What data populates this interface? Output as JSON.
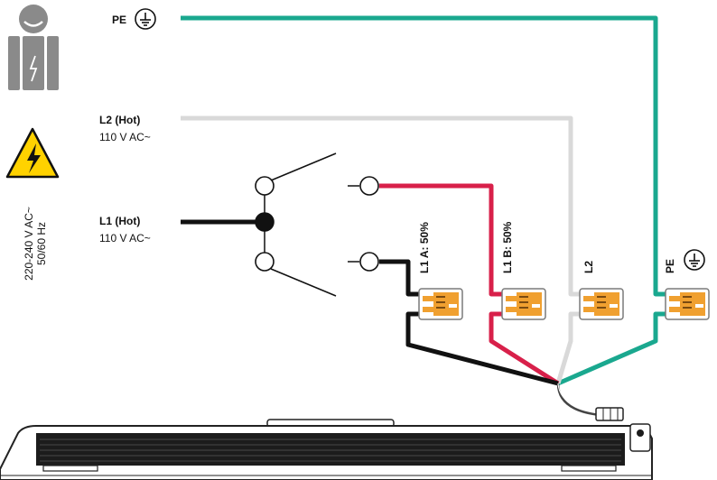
{
  "colors": {
    "pe_wire": "#1aa88f",
    "l2_wire": "#d9d9d9",
    "l1_wire": "#111111",
    "l1b_wire": "#d8204a",
    "connector_orange": "#f0a030",
    "warning_yellow": "#ffd200",
    "luminaire_dark": "#1c1c1c"
  },
  "icons": [
    "electrician-icon",
    "high-voltage-warning-icon",
    "earth-ground-icon",
    "switch-icon",
    "wago-connector-icon",
    "luminaire-icon"
  ],
  "supply": {
    "voltage_line1": "220-240 V AC~",
    "voltage_line2": "50/60 Hz"
  },
  "terminals": {
    "pe_label": "PE",
    "l2_label": "L2",
    "l2_hot": "(Hot)",
    "l2_voltage": "110 V AC~",
    "l1_label": "L1",
    "l1_hot": "(Hot)",
    "l1_voltage": "110 V AC~"
  },
  "connectors": {
    "l1a": "L1 A: 50%",
    "l1b": "L1 B: 50%",
    "l2": "L2",
    "pe": "PE"
  }
}
